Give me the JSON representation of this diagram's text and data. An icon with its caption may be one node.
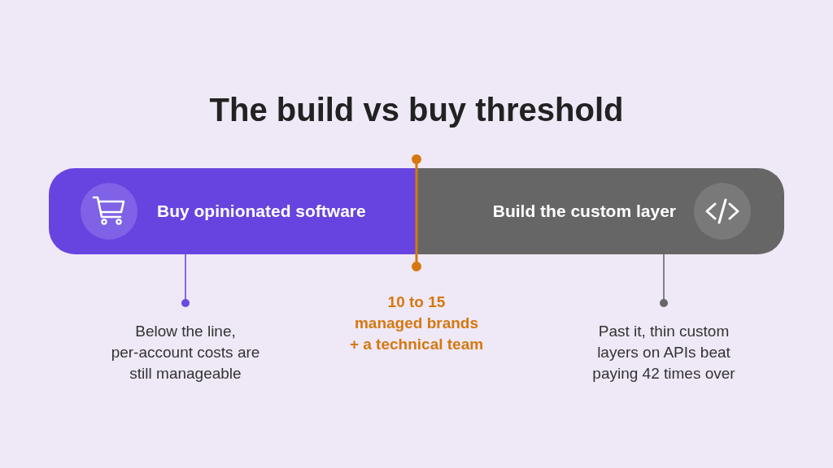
{
  "diagram": {
    "title": "The build vs buy threshold",
    "nodes": [
      {
        "text": [
          "Buy opinionated software"
        ]
      },
      {
        "text": [
          "Build the custom layer"
        ]
      },
      {
        "text": [
          "Below the line, per-account costs are still manageable"
        ]
      },
      {
        "text": [
          "Past it, thin custom layers on APIs beat paying 42 times over"
        ]
      }
    ],
    "edges": [
      {
        "from": 0,
        "to": 2,
        "arrow": "other",
        "color": "#6a4ae0"
      },
      {
        "from": 1,
        "to": 3,
        "arrow": "other",
        "color": "#666666"
      }
    ],
    "labels": [
      "10 to 15 managed brands + a technical team"
    ]
  }
}
